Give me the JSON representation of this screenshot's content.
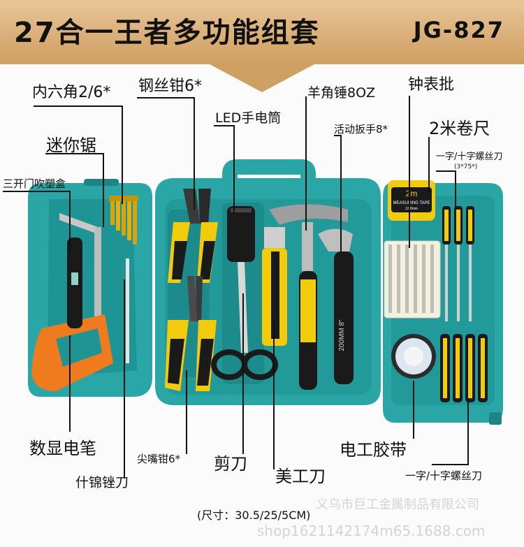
{
  "banner": {
    "title": "27合一王者多功能组套",
    "model": "JG-827"
  },
  "labels": {
    "hex_key": "内六角2/6*",
    "wire_pliers": "钢丝钳6*",
    "hammer": "羊角锤8OZ",
    "watch_driver": "钟表批",
    "led_flashlight": "LED手电筒",
    "adjustable_wrench": "活动扳手8*",
    "tape_measure": "2米卷尺",
    "mini_saw": "迷你锯",
    "driver_top": "一字/十字螺丝刀",
    "driver_top_size": "(3*75*)",
    "case": "三开门吹塑盒",
    "test_pen": "数显电笔",
    "file": "什锦锉刀",
    "needle_pliers": "尖嘴钳6*",
    "scissors": "剪刀",
    "utility_knife": "美工刀",
    "tape": "电工胶带",
    "driver_bottom": "一字/十字螺丝刀"
  },
  "product": {
    "tape_measure_text": "2m",
    "tape_measure_subtext": "MEASURING TAPE",
    "tape_measure_subtext2": "12.8mm",
    "wrench_text": "200MM 8\""
  },
  "footer": {
    "size": "(尺寸：30.5/25/5CM)",
    "watermark_company": "义乌市巨工金属制品有限公司",
    "watermark_shop": "shop1621142174m65.1688.com"
  },
  "colors": {
    "case": "#2aa6a6",
    "case_dark": "#1d8585",
    "handle_yellow": "#f2cc0c",
    "handle_black": "#1a1a1a",
    "saw_orange": "#f07a1e",
    "banner": "#d9ad76"
  }
}
